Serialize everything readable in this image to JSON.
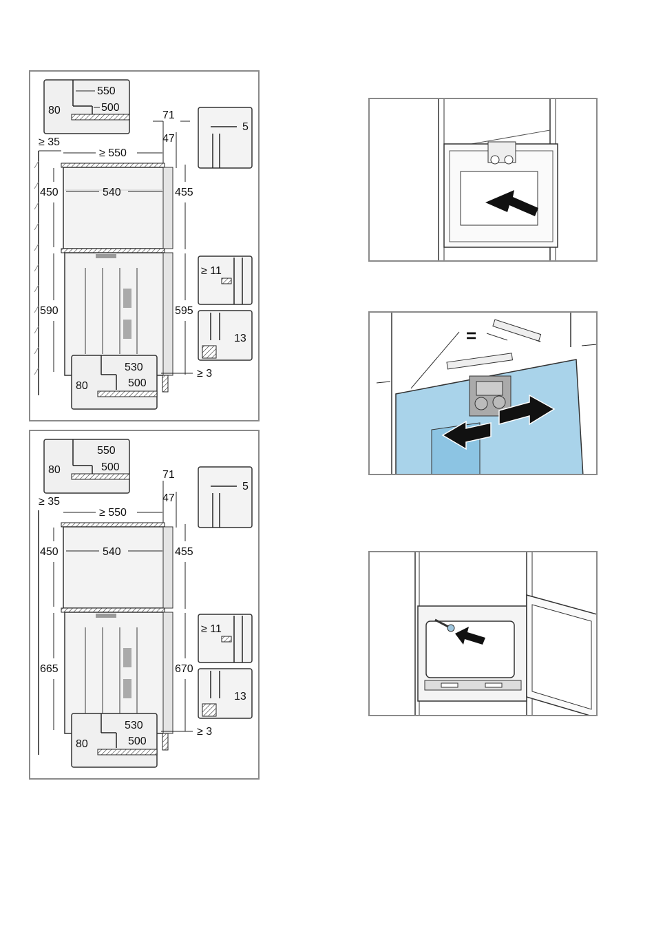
{
  "diagram_top": {
    "inset_top": {
      "d1": "550",
      "d2": "500",
      "d3": "80"
    },
    "d_71": "71",
    "d_47": "47",
    "d_35": "≥ 35",
    "d_550": "≥ 550",
    "d_540": "540",
    "d_450": "450",
    "d_455": "455",
    "d_lower_left": "590",
    "d_lower_right": "595",
    "callout_5": "5",
    "callout_11": "≥ 11",
    "callout_13": "13",
    "d_3": "≥ 3",
    "inset_bottom": {
      "d1": "530",
      "d2": "500",
      "d3": "80"
    }
  },
  "diagram_bottom": {
    "inset_top": {
      "d1": "550",
      "d2": "500",
      "d3": "80"
    },
    "d_71": "71",
    "d_47": "47",
    "d_35": "≥ 35",
    "d_550": "≥ 550",
    "d_540": "540",
    "d_450": "450",
    "d_455": "455",
    "d_lower_left": "665",
    "d_lower_right": "670",
    "callout_5": "5",
    "callout_11": "≥ 11",
    "callout_13": "13",
    "d_3": "≥ 3",
    "inset_bottom": {
      "d1": "530",
      "d2": "500",
      "d3": "80"
    }
  },
  "panel_align": {
    "equal_sign": "="
  },
  "colors": {
    "frame": "#8a8a8a",
    "door_blue": "#a9d3ea",
    "inset_gray": "#ececec"
  }
}
